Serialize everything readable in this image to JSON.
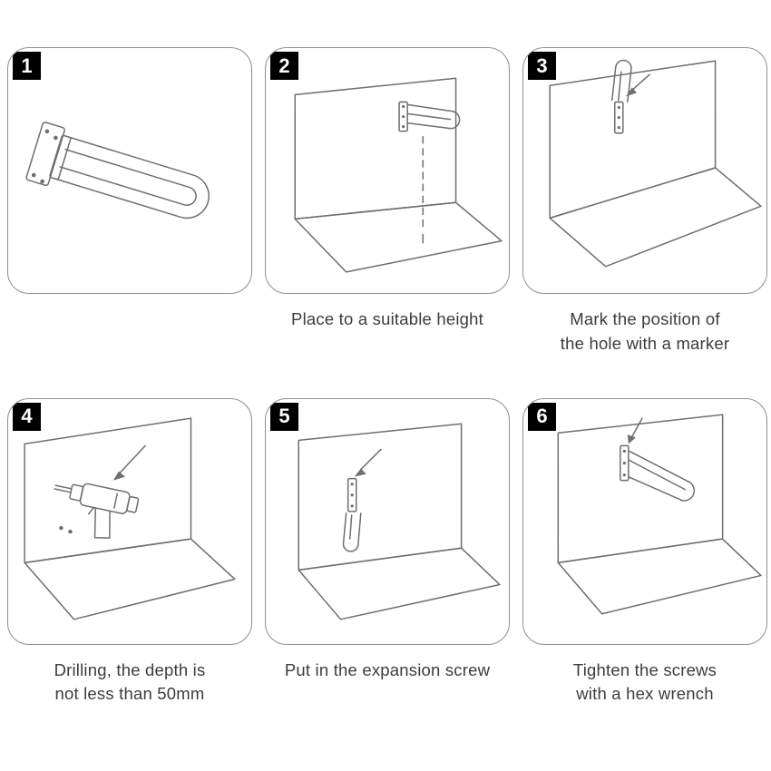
{
  "colors": {
    "badge_bg": "#000000",
    "badge_text": "#ffffff",
    "line_art": "#6f6f6f",
    "caption_text": "#3c3c3c",
    "panel_border": "#8f8f8f"
  },
  "steps": [
    {
      "number": "1",
      "caption": "",
      "illustration": "grab-bar-product"
    },
    {
      "number": "2",
      "caption": "Place to a suitable height",
      "illustration": "wall-grab-bar-dashed-height-line"
    },
    {
      "number": "3",
      "caption": "Mark the position of\nthe hole with a marker",
      "illustration": "wall-folded-bar-arrow-to-holes"
    },
    {
      "number": "4",
      "caption": "Drilling, the depth is\nnot less than 50mm",
      "illustration": "wall-drill-with-arrow"
    },
    {
      "number": "5",
      "caption": "Put in the expansion screw",
      "illustration": "wall-bracket-arrow-to-screw"
    },
    {
      "number": "6",
      "caption": "Tighten the screws\nwith a hex wrench",
      "illustration": "wall-mounted-bar-arrow-to-screws"
    }
  ]
}
